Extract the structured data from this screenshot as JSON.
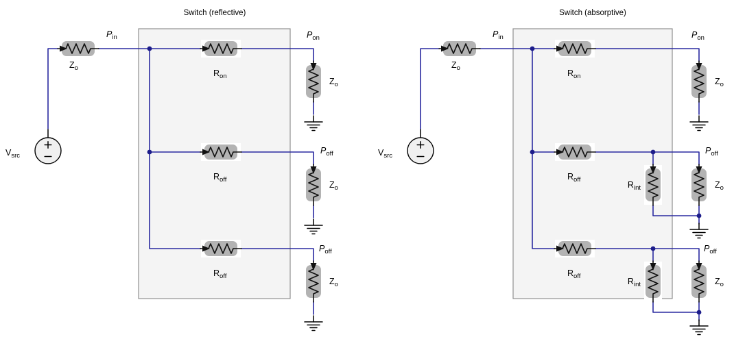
{
  "figure": {
    "left": {
      "title": "Switch (reflective)",
      "source": {
        "main": "V",
        "sub": "src"
      },
      "series_z": {
        "main": "Z",
        "sub": "o"
      },
      "p_in": {
        "main": "P",
        "sub": "in"
      },
      "rows": [
        {
          "r": {
            "main": "R",
            "sub": "on"
          },
          "p": {
            "main": "P",
            "sub": "on"
          },
          "z": {
            "main": "Z",
            "sub": "o"
          }
        },
        {
          "r": {
            "main": "R",
            "sub": "off"
          },
          "p": {
            "main": "P",
            "sub": "off"
          },
          "z": {
            "main": "Z",
            "sub": "o"
          }
        },
        {
          "r": {
            "main": "R",
            "sub": "off"
          },
          "p": {
            "main": "P",
            "sub": "off"
          },
          "z": {
            "main": "Z",
            "sub": "o"
          }
        }
      ]
    },
    "right": {
      "title": "Switch (absorptive)",
      "source": {
        "main": "V",
        "sub": "src"
      },
      "series_z": {
        "main": "Z",
        "sub": "o"
      },
      "p_in": {
        "main": "P",
        "sub": "in"
      },
      "rows": [
        {
          "r": {
            "main": "R",
            "sub": "on"
          },
          "p": {
            "main": "P",
            "sub": "on"
          },
          "z": {
            "main": "Z",
            "sub": "o"
          }
        },
        {
          "r": {
            "main": "R",
            "sub": "off"
          },
          "rint": {
            "main": "R",
            "sub": "int"
          },
          "p": {
            "main": "P",
            "sub": "off"
          },
          "z": {
            "main": "Z",
            "sub": "o"
          }
        },
        {
          "r": {
            "main": "R",
            "sub": "off"
          },
          "rint": {
            "main": "R",
            "sub": "int"
          },
          "p": {
            "main": "P",
            "sub": "off"
          },
          "z": {
            "main": "Z",
            "sub": "o"
          }
        }
      ]
    },
    "colors": {
      "wire": "#2a2aa0",
      "junction_dot": "#1c1c8a",
      "resistor_body": "#b3b3b3",
      "component_backing": "#ffffff",
      "switch_box_fill": "#f4f4f4",
      "switch_box_border": "#8f8f8f",
      "source_fill": "#f0f0f0",
      "symbol_stroke": "#000000",
      "text": "#000000",
      "background": "#ffffff"
    }
  }
}
